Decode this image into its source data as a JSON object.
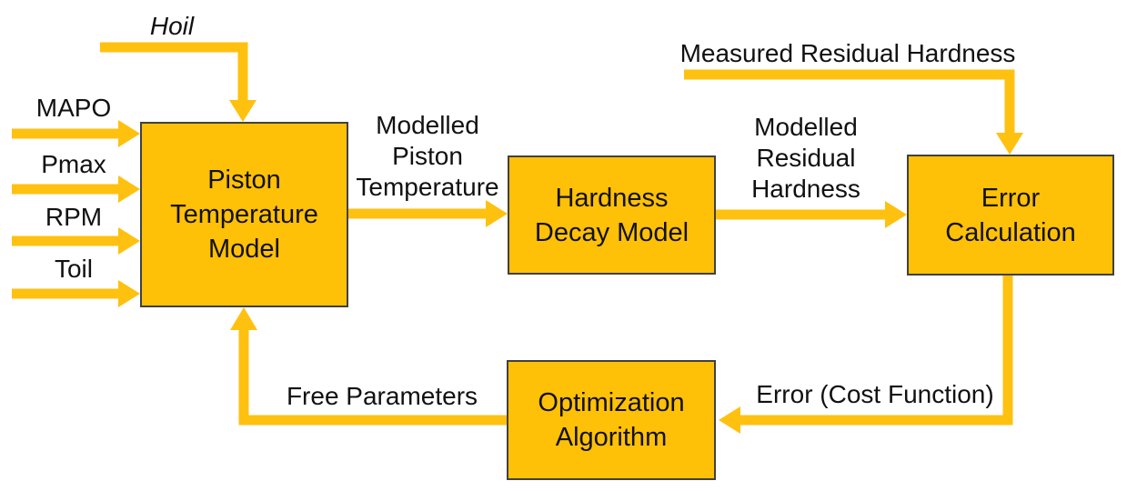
{
  "colors": {
    "box-fill": "#FFC008",
    "arrow": "#FFC110",
    "box-border": "#404040",
    "text": "#111111",
    "background": "#FFFFFF"
  },
  "diagram": {
    "inputs": {
      "hoil": "Hoil",
      "mapo": "MAPO",
      "pmax": "Pmax",
      "rpm": "RPM",
      "toil": "Toil"
    },
    "boxes": {
      "piston_temperature_model": "Piston\nTemperature\nModel",
      "hardness_decay_model": "Hardness\nDecay Model",
      "error_calculation": "Error\nCalculation",
      "optimization_algorithm": "Optimization\nAlgorithm"
    },
    "labels": {
      "modelled_piston_temperature": "Modelled\nPiston\nTemperature",
      "measured_residual_hardness": "Measured Residual Hardness",
      "modelled_residual_hardness": "Modelled\nResidual\nHardness",
      "free_parameters": "Free Parameters",
      "error_cost_function": "Error (Cost Function)"
    }
  }
}
